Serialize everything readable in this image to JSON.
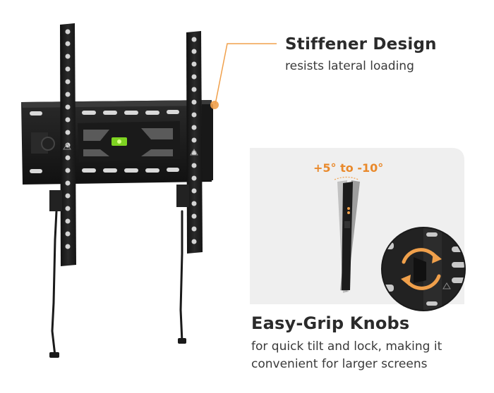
{
  "stiffener": {
    "title": "Stiffener Design",
    "description": "resists lateral loading"
  },
  "knobs": {
    "title": "Easy-Grip Knobs",
    "description_line1": "for quick tilt and lock, making it",
    "description_line2": "convenient for larger screens"
  },
  "tilt": {
    "label": "+5° to -10°"
  },
  "colors": {
    "accent": "#f0a04b",
    "metal": "#1d1d1d",
    "panel": "#efefef",
    "bubble_level": "#7ed321"
  }
}
